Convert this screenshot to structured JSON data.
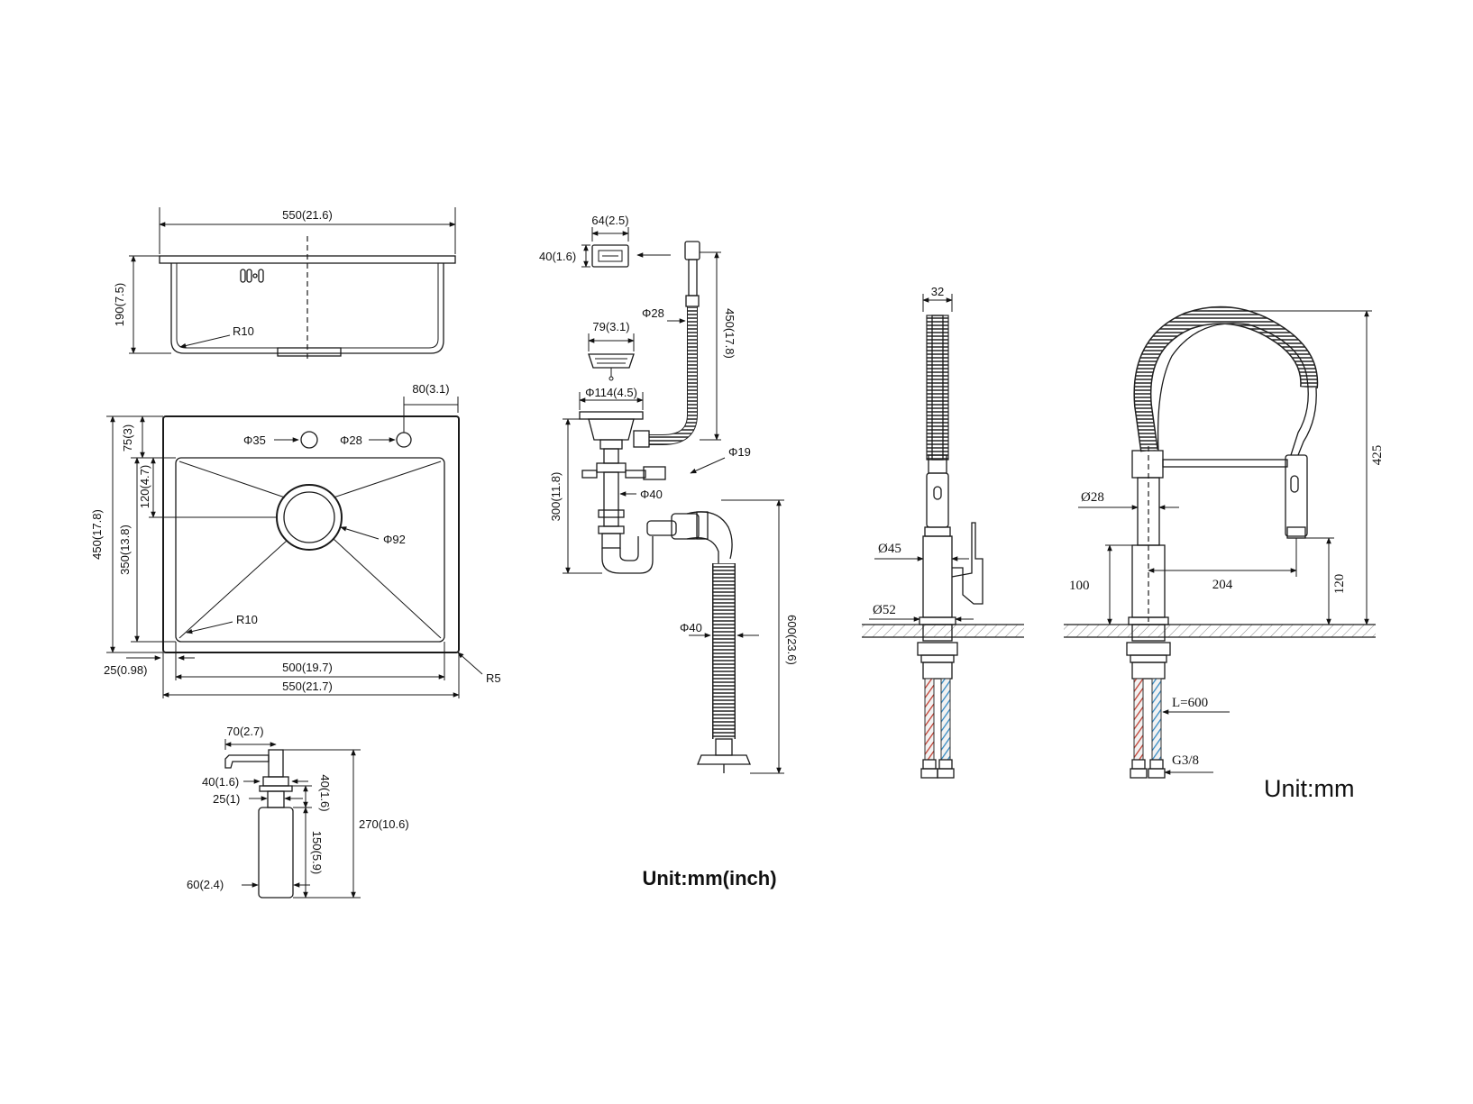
{
  "sink_top": {
    "width": "550(21.6)",
    "depth": "190(7.5)",
    "corner_radius": "R10"
  },
  "sink_plan": {
    "hole_spacing": "80(3.1)",
    "hole_left": "Φ35",
    "hole_right": "Φ28",
    "top_margin": "75(3)",
    "drain_offset": "120(4.7)",
    "overall_depth": "450(17.8)",
    "bowl_depth": "350(13.8)",
    "drain_diameter": "Φ92",
    "bowl_radius": "R10",
    "edge_margin": "25(0.98)",
    "bowl_width": "500(19.7)",
    "overall_width": "550(21.7)",
    "outer_radius": "R5"
  },
  "soap_dispenser": {
    "spout_reach": "70(2.7)",
    "flange": "40(1.6)",
    "thread": "25(1)",
    "bottle_diameter": "60(2.4)",
    "head_height": "40(1.6)",
    "bottle_height": "150(5.9)",
    "total_height": "270(10.6)"
  },
  "drain": {
    "overflow_width": "64(2.5)",
    "overflow_height": "40(1.6)",
    "overflow_hose": "Φ28",
    "overflow_length": "450(17.8)",
    "strainer": "79(3.1)",
    "basket": "Φ114(4.5)",
    "side_port": "Φ19",
    "tailpiece": "Φ40",
    "trap_height": "300(11.8)",
    "hose_diameter": "Φ40",
    "hose_length": "600(23.6)",
    "unit_label": "Unit:mm(inch)"
  },
  "faucet_front": {
    "top_width": "32",
    "body": "Ø45",
    "base": "Ø52"
  },
  "faucet_side": {
    "spout_tube": "Ø28",
    "base_height": "100",
    "reach": "204",
    "spray_height": "120",
    "total_height": "425",
    "hose_length": "L=600",
    "thread": "G3/8",
    "unit_label": "Unit:mm"
  }
}
